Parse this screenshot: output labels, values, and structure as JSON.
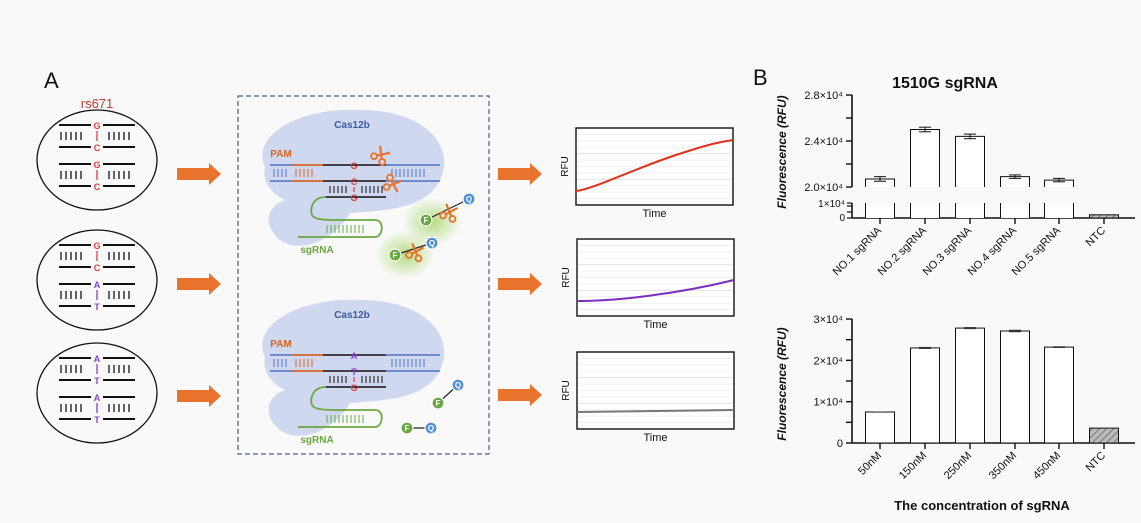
{
  "panel_a": {
    "label": "A",
    "snp_label": "rs671",
    "genotypes": [
      {
        "name": "GG",
        "alleles": [
          {
            "top": "G",
            "bottom": "C"
          },
          {
            "top": "G",
            "bottom": "C"
          }
        ]
      },
      {
        "name": "GA",
        "alleles": [
          {
            "top": "G",
            "bottom": "C"
          },
          {
            "top": "A",
            "bottom": "T"
          }
        ]
      },
      {
        "name": "AA",
        "alleles": [
          {
            "top": "A",
            "bottom": "T"
          },
          {
            "top": "A",
            "bottom": "T"
          }
        ]
      }
    ],
    "mechanism": [
      {
        "protein": "Cas12b",
        "pam": "PAM",
        "guide": "sgRNA",
        "target_top": "G",
        "target_bottom": "C",
        "guide_base": "G",
        "cleaved": true,
        "reporter_f": "F",
        "reporter_q": "Q"
      },
      {
        "protein": "Cas12b",
        "pam": "PAM",
        "guide": "sgRNA",
        "target_top": "A",
        "target_bottom": "T",
        "guide_base": "G",
        "cleaved": false,
        "reporter_f": "F",
        "reporter_q": "Q"
      }
    ],
    "curves": [
      {
        "ylabel": "RFU",
        "xlabel": "Time",
        "color": "#e0311f",
        "trend": "strong increase"
      },
      {
        "ylabel": "RFU",
        "xlabel": "Time",
        "color": "#7b2fbf",
        "trend": "moderate increase"
      },
      {
        "ylabel": "RFU",
        "xlabel": "Time",
        "color": "#777777",
        "trend": "flat"
      }
    ]
  },
  "panel_b": {
    "label": "B"
  },
  "colors": {
    "arrow": "#e8732c",
    "protein": "#cfd8ee",
    "dna_blue": "#4a73c4",
    "pam": "#d4662a",
    "sgrna": "#6aa842",
    "g_base": "#e53a3a",
    "a_base": "#8a3fcf",
    "q_circle": "#4f8fd3",
    "f_circle": "#6aa842",
    "cas_text": "#3a5a9c"
  },
  "chart_data": [
    {
      "type": "bar",
      "title": "1510G sgRNA",
      "xlabel": "",
      "ylabel": "Fluorescence (RFU)",
      "categories": [
        "NO.1 sgRNA",
        "NO.2 sgRNA",
        "NO.3 sgRNA",
        "NO.4 sgRNA",
        "NO.5 sgRNA",
        "NTC"
      ],
      "values": [
        20700,
        25000,
        24400,
        20900,
        20600,
        1000
      ],
      "errors": [
        200,
        200,
        200,
        150,
        150,
        100
      ],
      "axis_break": true,
      "ylim_lower": [
        0,
        10000
      ],
      "ylim_upper": [
        20000,
        28000
      ],
      "yticks_lower": [
        {
          "v": 0,
          "label": "0"
        },
        {
          "v": 10000,
          "label": "1×10⁴"
        }
      ],
      "yticks_upper": [
        {
          "v": 20000,
          "label": "2.0×10⁴"
        },
        {
          "v": 24000,
          "label": "2.4×10⁴"
        },
        {
          "v": 28000,
          "label": "2.8×10⁴"
        }
      ],
      "hatched": [
        "NTC"
      ]
    },
    {
      "type": "bar",
      "title": "",
      "xlabel": "The concentration of sgRNA",
      "ylabel": "Fluorescence (RFU)",
      "categories": [
        "50nM",
        "150nM",
        "250nM",
        "350nM",
        "450nM",
        "NTC"
      ],
      "values": [
        7500,
        23000,
        27800,
        27100,
        23200,
        3600
      ],
      "errors": [
        100,
        250,
        250,
        300,
        200,
        0
      ],
      "ylim": [
        0,
        30000
      ],
      "yticks": [
        {
          "v": 0,
          "label": "0"
        },
        {
          "v": 10000,
          "label": "1×10⁴"
        },
        {
          "v": 20000,
          "label": "2×10⁴"
        },
        {
          "v": 30000,
          "label": "3×10⁴"
        }
      ],
      "hatched": [
        "NTC"
      ]
    }
  ]
}
